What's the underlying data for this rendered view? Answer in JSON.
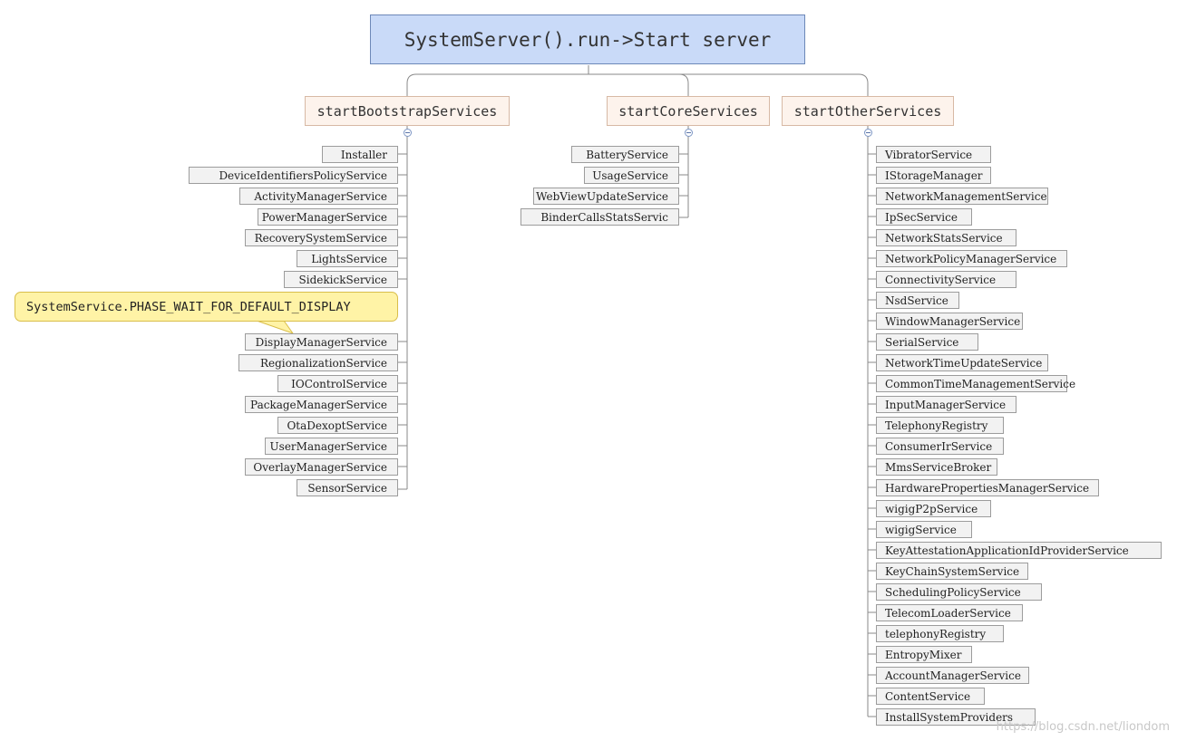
{
  "root": {
    "label": "SystemServer().run->Start server"
  },
  "branches": [
    {
      "label": "startBootstrapServices"
    },
    {
      "label": "startCoreServices"
    },
    {
      "label": "startOtherServices"
    }
  ],
  "bootstrap_services": [
    "Installer",
    "DeviceIdentifiersPolicyService",
    "ActivityManagerService",
    "PowerManagerService",
    "RecoverySystemService",
    "LightsService",
    "SidekickService",
    "DisplayManagerService",
    "RegionalizationService",
    "IOControlService",
    "PackageManagerService",
    "OtaDexoptService",
    "UserManagerService",
    "OverlayManagerService",
    "SensorService"
  ],
  "callout": {
    "text": "SystemService.PHASE_WAIT_FOR_DEFAULT_DISPLAY"
  },
  "core_services": [
    "BatteryService",
    "UsageService",
    "WebViewUpdateService",
    "BinderCallsStatsServic"
  ],
  "other_services": [
    "VibratorService",
    "IStorageManager",
    "NetworkManagementService",
    "IpSecService",
    "NetworkStatsService",
    "NetworkPolicyManagerService",
    "ConnectivityService",
    "NsdService",
    "WindowManagerService",
    "SerialService",
    "NetworkTimeUpdateService",
    "CommonTimeManagementService",
    "InputManagerService",
    "TelephonyRegistry",
    "ConsumerIrService",
    "MmsServiceBroker",
    "HardwarePropertiesManagerService",
    "wigigP2pService",
    "wigigService",
    "KeyAttestationApplicationIdProviderService",
    "KeyChainSystemService",
    "SchedulingPolicyService",
    "TelecomLoaderService",
    "telephonyRegistry",
    "EntropyMixer",
    "AccountManagerService",
    "ContentService",
    "InstallSystemProviders"
  ],
  "watermark": "https://blog.csdn.net/liondom"
}
